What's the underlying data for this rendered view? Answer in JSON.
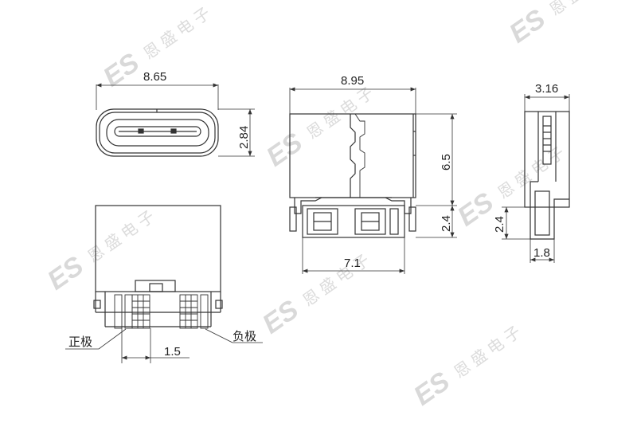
{
  "dimensions": {
    "front_width": "8.65",
    "front_height": "2.84",
    "side_width": "8.95",
    "side_height": "6.5",
    "side_lower": "2.4",
    "side_foot": "7.1",
    "end_width": "3.16",
    "end_lower": "2.4",
    "end_foot": "1.8",
    "pin_pitch": "1.5"
  },
  "labels": {
    "positive": "正极",
    "negative": "负极"
  },
  "watermark": {
    "logo": "ES",
    "chinese": "恩 盛 电 子"
  },
  "colors": {
    "line": "#333333",
    "watermark": "#d9d9d9"
  }
}
